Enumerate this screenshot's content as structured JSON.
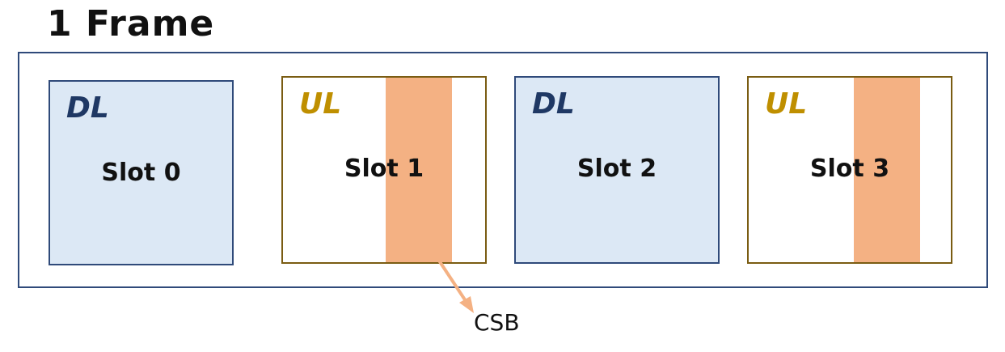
{
  "title": "1 Frame",
  "slots": [
    {
      "tag": "DL",
      "label": "Slot 0"
    },
    {
      "tag": "UL",
      "label": "Slot 1"
    },
    {
      "tag": "DL",
      "label": "Slot 2"
    },
    {
      "tag": "UL",
      "label": "Slot 3"
    }
  ],
  "csb_label": "CSB",
  "colors": {
    "frame_border": "#2f4a7a",
    "dl_fill": "#dce8f5",
    "dl_text": "#1f3864",
    "ul_border": "#7a5c12",
    "ul_text": "#bf8f00",
    "csb_fill": "#f4b183"
  }
}
